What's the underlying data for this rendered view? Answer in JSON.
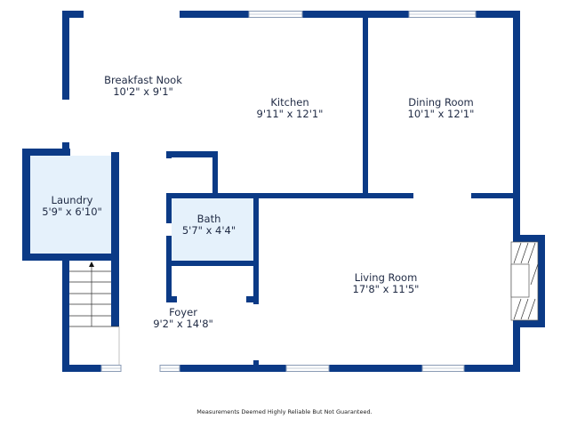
{
  "colors": {
    "wall": "#0b3a86",
    "room_fill": "#e5f1fb",
    "window": "#c9d3e0"
  },
  "rooms": [
    {
      "name": "Breakfast Nook",
      "dims": "10'2\" x 9'1\"",
      "highlighted": false
    },
    {
      "name": "Kitchen",
      "dims": "9'11\" x 12'1\"",
      "highlighted": false
    },
    {
      "name": "Dining Room",
      "dims": "10'1\" x 12'1\"",
      "highlighted": false
    },
    {
      "name": "Laundry",
      "dims": "5'9\" x 6'10\"",
      "highlighted": true
    },
    {
      "name": "Bath",
      "dims": "5'7\" x 4'4\"",
      "highlighted": true
    },
    {
      "name": "Foyer",
      "dims": "9'2\" x 14'8\"",
      "highlighted": false
    },
    {
      "name": "Living Room",
      "dims": "17'8\" x 11'5\"",
      "highlighted": false
    }
  ],
  "footer": "Measurements Deemed Highly Reliable But Not Guaranteed."
}
